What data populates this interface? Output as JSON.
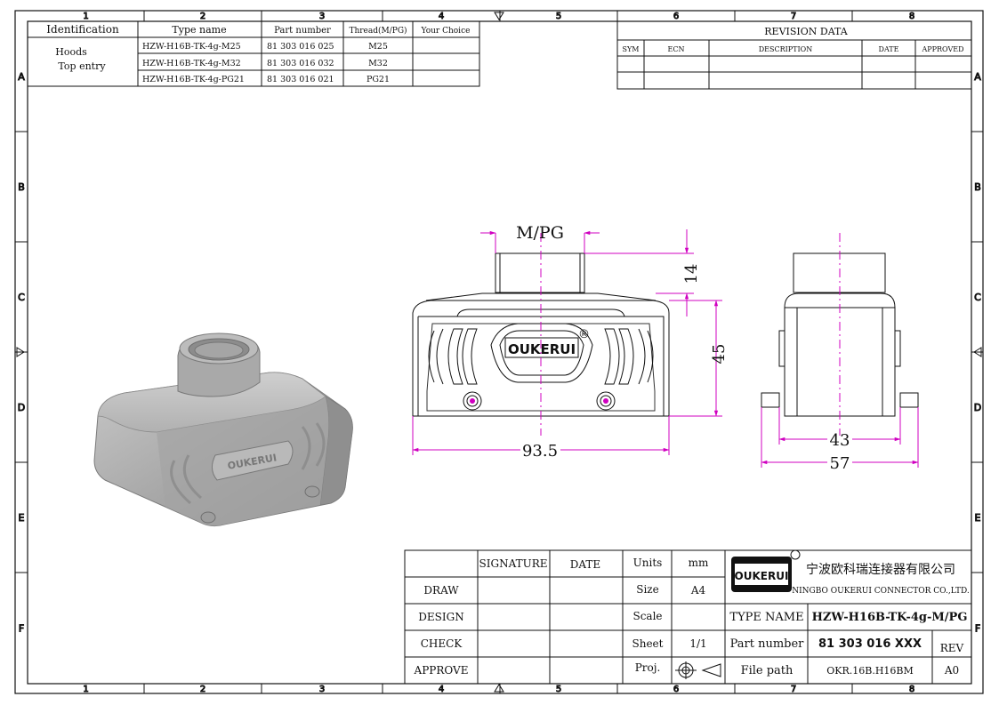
{
  "border": {
    "columns": [
      "1",
      "2",
      "3",
      "4",
      "5",
      "6",
      "7",
      "8"
    ],
    "rows": [
      "A",
      "B",
      "C",
      "D",
      "E",
      "F"
    ]
  },
  "variants_table": {
    "headers": [
      "Identification",
      "Type name",
      "Part number",
      "Thread(M/PG)",
      "Your Choice"
    ],
    "identification": [
      "Hoods",
      "Top entry"
    ],
    "rows": [
      {
        "type": "HZW-H16B-TK-4g-M25",
        "part": "81 303 016 025",
        "thread": "M25",
        "choice": ""
      },
      {
        "type": "HZW-H16B-TK-4g-M32",
        "part": "81 303 016 032",
        "thread": "M32",
        "choice": ""
      },
      {
        "type": "HZW-H16B-TK-4g-PG21",
        "part": "81 303 016 021",
        "thread": "PG21",
        "choice": ""
      }
    ]
  },
  "revision": {
    "title": "REVISION   DATA",
    "headers": [
      "SYM",
      "ECN",
      "DESCRIPTION",
      "DATE",
      "APPROVED"
    ]
  },
  "drawing": {
    "thread_label": "M/PG",
    "dim_height_top": "14",
    "dim_height_body": "45",
    "dim_width_front": "93.5",
    "dim_width_inner": "43",
    "dim_width_side": "57",
    "logo_text": "OUKERUI",
    "registered": "®",
    "accent_color": "#d000c0"
  },
  "title_block": {
    "signature": "SIGNATURE",
    "date": "DATE",
    "rows": [
      "DRAW",
      "DESIGN",
      "CHECK",
      "APPROVE"
    ],
    "units_label": "Units",
    "units_value": "mm",
    "size_label": "Size",
    "size_value": "A4",
    "scale_label": "Scale",
    "scale_value": "",
    "sheet_label": "Sheet",
    "sheet_value": "1/1",
    "proj_label": "Proj.",
    "company_cn": "宁波欧科瑞连接器有限公司",
    "company_en": "NINGBO OUKERUI CONNECTOR CO.,LTD.",
    "logo": "OUKERUI",
    "type_name_label": "TYPE NAME",
    "type_name_value": "HZW-H16B-TK-4g-M/PG",
    "part_number_label": "Part number",
    "part_number_value": "81 303 016 XXX",
    "rev_label": "REV",
    "file_path_label": "File path",
    "file_path_value": "OKR.16B.H16BM",
    "rev_value": "A0"
  }
}
